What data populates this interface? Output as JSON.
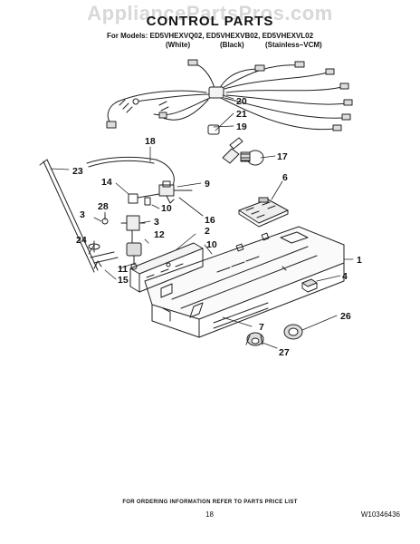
{
  "watermark": "AppliancePartsPros.com",
  "header": {
    "title": "CONTROL PARTS",
    "models": "For Models: ED5VHEXVQ02, ED5VHEXVB02, ED5VHEXVL02",
    "variant_white": "(White)",
    "variant_black": "(Black)",
    "variant_stainless": "(Stainless–VCM)"
  },
  "callouts": {
    "c20": "20",
    "c21": "21",
    "c19": "19",
    "c18": "18",
    "c17": "17",
    "c6": "6",
    "c23": "23",
    "c14": "14",
    "c9": "9",
    "c28": "28",
    "c10a": "10",
    "c3a": "3",
    "c3b": "3",
    "c16": "16",
    "c12": "12",
    "c2": "2",
    "c24": "24",
    "c10b": "10",
    "c11": "11",
    "c1": "1",
    "c15": "15",
    "c4": "4",
    "c26": "26",
    "c7": "7",
    "c27": "27"
  },
  "footer": {
    "order_info": "FOR ORDERING INFORMATION REFER TO PARTS PRICE LIST",
    "page_number": "18",
    "doc_number": "W10346436"
  }
}
